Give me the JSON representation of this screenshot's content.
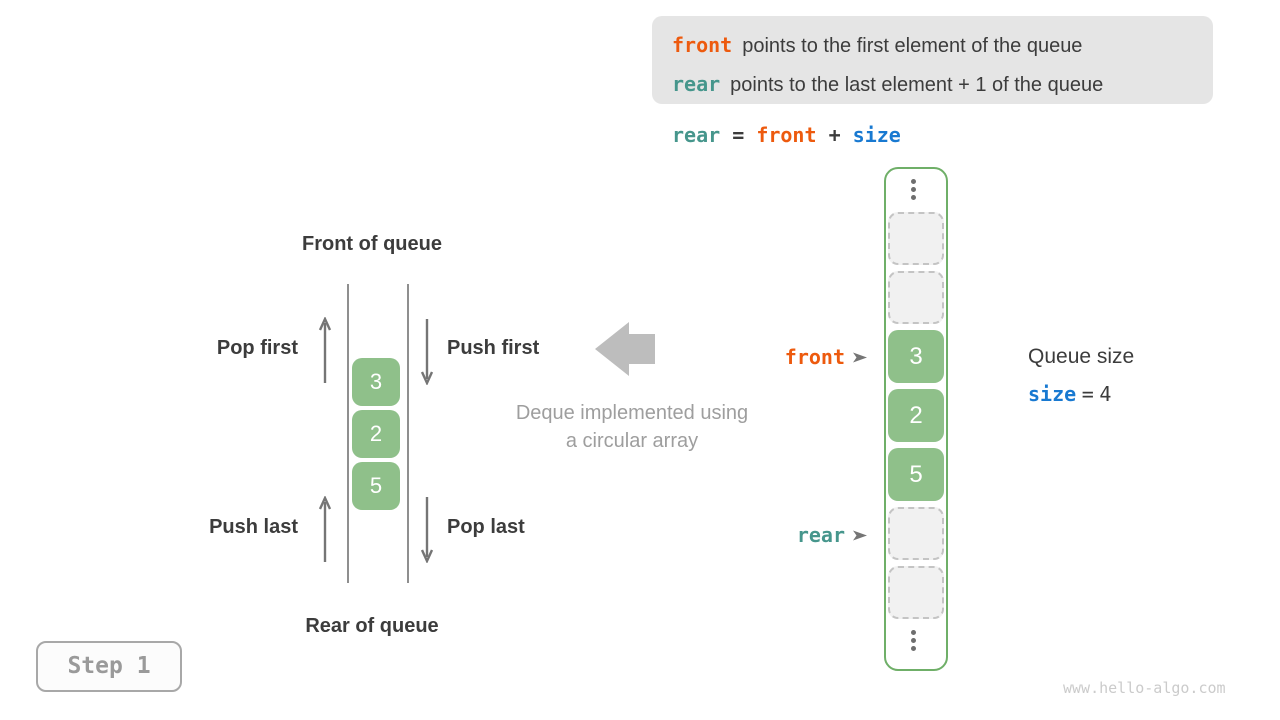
{
  "info_box": {
    "lines": [
      {
        "keyword": "front",
        "text": "points to the first element of the queue"
      },
      {
        "keyword": "rear",
        "text": "points to the last element + 1 of the queue"
      }
    ]
  },
  "formula": {
    "rear": "rear",
    "eq": "=",
    "front": "front",
    "plus": "+",
    "size": "size"
  },
  "left_queue": {
    "front_label": "Front of queue",
    "rear_label": "Rear of queue",
    "pop_first": "Pop first",
    "push_first": "Push first",
    "push_last": "Push last",
    "pop_last": "Pop last",
    "values": [
      "3",
      "2",
      "5"
    ]
  },
  "center": {
    "caption_line1": "Deque implemented using",
    "caption_line2": "a circular array"
  },
  "array": {
    "front_pointer": "front",
    "rear_pointer": "rear",
    "cells": [
      {
        "value": "",
        "filled": false
      },
      {
        "value": "",
        "filled": false
      },
      {
        "value": "3",
        "filled": true
      },
      {
        "value": "2",
        "filled": true
      },
      {
        "value": "5",
        "filled": true
      },
      {
        "value": "",
        "filled": false
      },
      {
        "value": "",
        "filled": false
      }
    ]
  },
  "queue_size": {
    "title": "Queue size",
    "var": "size",
    "eq": "=",
    "value": "4"
  },
  "step_badge": "Step 1",
  "watermark": "www.hello-algo.com",
  "colors": {
    "orange": "#ED5A0E",
    "teal": "#46968C",
    "blue": "#1879D1",
    "green": "#8FC08A",
    "green-border": "#6FAF68",
    "info-bg": "#E5E5E5",
    "dark": "#3C3C3C"
  }
}
